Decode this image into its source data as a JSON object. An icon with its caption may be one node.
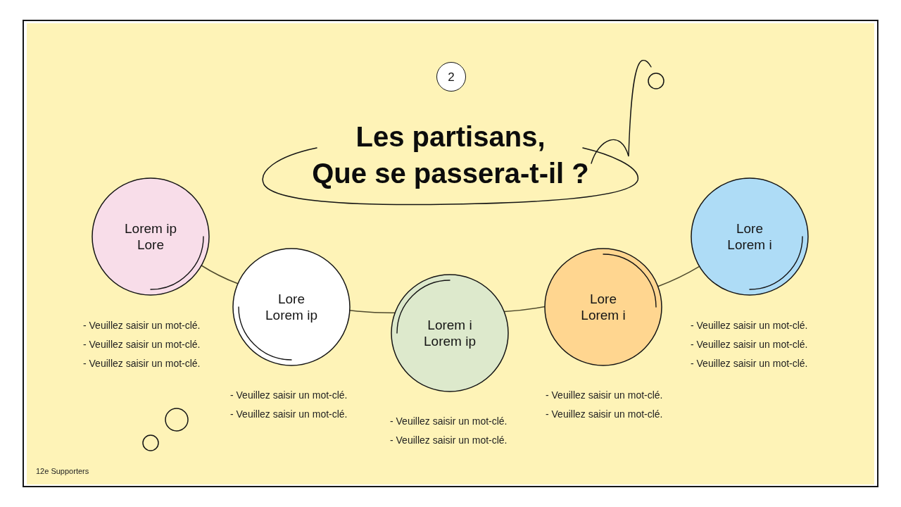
{
  "diagram": {
    "title": "Les partisans, Que se passera-t-il ?",
    "nodes": [
      {
        "text": [
          "2"
        ]
      },
      {
        "text": [
          "Lorem ip Lore"
        ],
        "beside": [
          "- Veuillez saisir un mot-clé.",
          "- Veuillez saisir un mot-clé.",
          "- Veuillez saisir un mot-clé."
        ]
      },
      {
        "text": [
          "Lore Lorem ip"
        ],
        "beside": [
          "- Veuillez saisir un mot-clé.",
          "- Veuillez saisir un mot-clé."
        ]
      },
      {
        "text": [
          "Lorem i Lorem ip"
        ],
        "beside": [
          "- Veuillez saisir un mot-clé.",
          "- Veuillez saisir un mot-clé."
        ]
      },
      {
        "text": [
          "Lore Lorem i"
        ],
        "beside": [
          "- Veuillez saisir un mot-clé.",
          "- Veuillez saisir un mot-clé."
        ]
      },
      {
        "text": [
          "Lore Lorem i"
        ],
        "beside": [
          "- Veuillez saisir un mot-clé.",
          "- Veuillez saisir un mot-clé.",
          "- Veuillez saisir un mot-clé."
        ]
      }
    ],
    "edges": [
      {
        "from": 1,
        "to": 2,
        "arrow": "none"
      },
      {
        "from": 2,
        "to": 3,
        "arrow": "none"
      },
      {
        "from": 3,
        "to": 4,
        "arrow": "none"
      },
      {
        "from": 4,
        "to": 5,
        "arrow": "none"
      }
    ],
    "labels": [
      "12e Supporters"
    ]
  }
}
